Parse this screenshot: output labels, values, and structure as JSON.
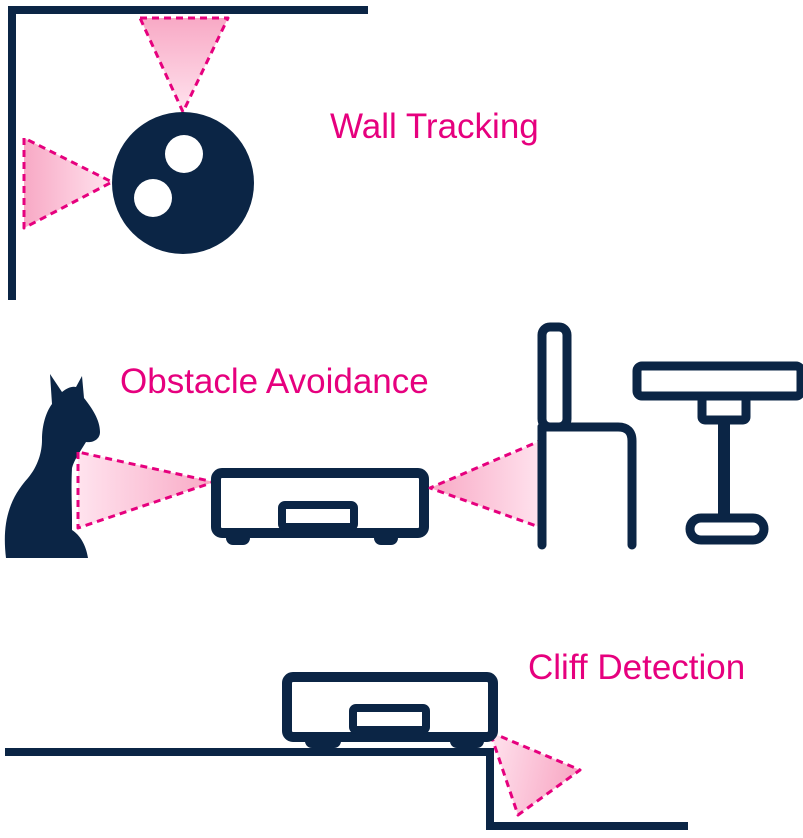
{
  "colors": {
    "navy": "#0b2545",
    "accent": "#e6007e",
    "beam_light": "#ffe3ee",
    "beam_mid": "#f8a9c5",
    "white": "#ffffff"
  },
  "labels": {
    "wall_tracking": "Wall Tracking",
    "obstacle_avoidance": "Obstacle Avoidance",
    "cliff_detection": "Cliff Detection"
  },
  "icons": {
    "robot_top": "robot-vacuum-top-view-icon",
    "robot_side": "robot-vacuum-side-view-icon",
    "cat": "cat-icon",
    "chair": "chair-icon",
    "table": "table-icon",
    "sensor_beam": "sensor-beam-icon"
  }
}
